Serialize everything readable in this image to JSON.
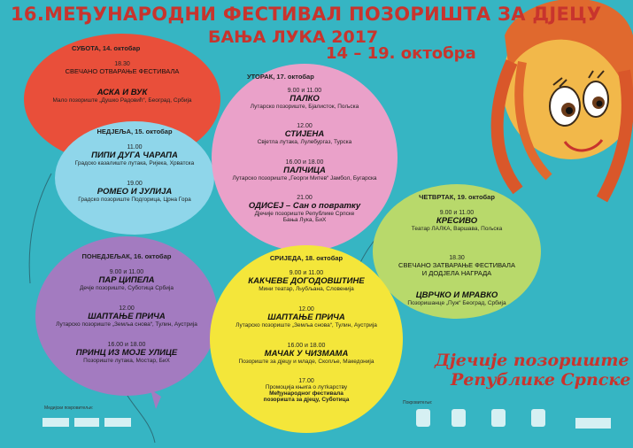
{
  "header": {
    "line1": "16.МЕЂУНАРОДНИ ФЕСТИВАЛ ПОЗОРИШТА ЗА ДЈЕЦУ",
    "line2": "БАЊА ЛУКА 2017",
    "line3": "14 – 19. октобра"
  },
  "sat": {
    "head": "СУБОТА, 14. октобар",
    "e1_time": "18.30",
    "e1_name": "СВЕЧАНО ОТВАРАЊЕ ФЕСТИВАЛА",
    "e2_name": "АСКА И ВУК",
    "e2_place": "Мало позориште „Душко Радовић“, Београд, Србија",
    "color": "#e94f3a"
  },
  "sun": {
    "head": "НЕДЈЕЉА, 15. октобар",
    "e1_time": "11.00",
    "e1_name": "ПИПИ ДУГА ЧАРАПА",
    "e1_place": "Градско казалиште лутака, Ријека, Хрватска",
    "e2_time": "19.00",
    "e2_name": "РОМЕО И ЈУЛИЈА",
    "e2_place": "Градско позориште Подгорица, Црна Гора",
    "color": "#8fd6ea"
  },
  "mon": {
    "head": "ПОНЕДЈЕЉАК, 16. октобар",
    "e1_time": "9.00 и 11.00",
    "e1_name": "ПАР ЦИПЕЛА",
    "e1_place": "Дечје позориште, Суботица Србија",
    "e2_time": "12.00",
    "e2_name": "ШАПТАЊЕ ПРИЧА",
    "e2_place": "Лутарско позориште „Земља снова“, Тулин, Аустрија",
    "e3_time": "16.00 и 18.00",
    "e3_name": "ПРИНЦ ИЗ МОЈЕ УЛИЦЕ",
    "e3_place": "Позориште лутака, Мостар, БиХ",
    "color": "#a37bc0"
  },
  "tue": {
    "head": "УТОРАК, 17. октобар",
    "e1_time": "9.00 и 11.00",
    "e1_name": "ПАЛКО",
    "e1_place": "Лутарско позориште, Бјалисток, Пољска",
    "e2_time": "12.00",
    "e2_name": "СТИЈЕНА",
    "e2_place": "Свјетла лутака, Лулебургаз, Турска",
    "e3_time": "16.00 и 18.00",
    "e3_name": "ПАЛЧИЦА",
    "e3_place": "Лутарско позориште „Георги Митев“ Јамбол, Бугарска",
    "e4_time": "21.00",
    "e4_name": "ОДИСЕЈ – Сан о повратку",
    "e4_place1": "Дјечије позориште Републике Српске",
    "e4_place2": "Бања Лука, БиХ",
    "color": "#eaa1c9"
  },
  "wed": {
    "head": "СРИЈЕДА, 18. октобар",
    "e1_time": "9.00 и 11.00",
    "e1_name": "КАКЧЕВЕ ДОГОДОВШТИНЕ",
    "e1_place": "Мини театар, Љубљана, Словенија",
    "e2_time": "12.00",
    "e2_name": "ШАПТАЊЕ ПРИЧА",
    "e2_place": "Лутарско позориште „Земља снова“, Тулин, Аустрија",
    "e3_time": "16.00 и 18.00",
    "e3_name": "МАЧАК У ЧИЗМАМА",
    "e3_place": "Позориште за дјецу и младе, Скопље, Македонија",
    "e4_time": "17.00",
    "e4_l1": "Промоција књига о лутkарству",
    "e4_l2": "Међународног фестивала",
    "e4_l3": "позоришта за дјецу, Суботица",
    "color": "#f4e63a"
  },
  "thu": {
    "head": "ЧЕТВРТАК, 19. октобар",
    "e1_time": "9.00 и 11.00",
    "e1_name": "КРЕСИВО",
    "e1_place": "Театар ЛАЛКА, Варшава, Пољска",
    "e2_time": "18.30",
    "e2_name1": "СВЕЧАНО ЗАТВАРАЊЕ ФЕСТИВАЛА",
    "e2_name2": "И ДОДЈЕЛА НАГРАДА",
    "e3_name": "ЦВРЧКО И МРАВКО",
    "e3_place": "Позоришанце „Пуж“ Београд, Србија",
    "color": "#b8d96b"
  },
  "brand": {
    "line1": "Дјечије позориште",
    "line2": "Републике Српске"
  },
  "footer": {
    "media": "Медијски покровитељи:",
    "sponsors": "Покровитељи:"
  }
}
